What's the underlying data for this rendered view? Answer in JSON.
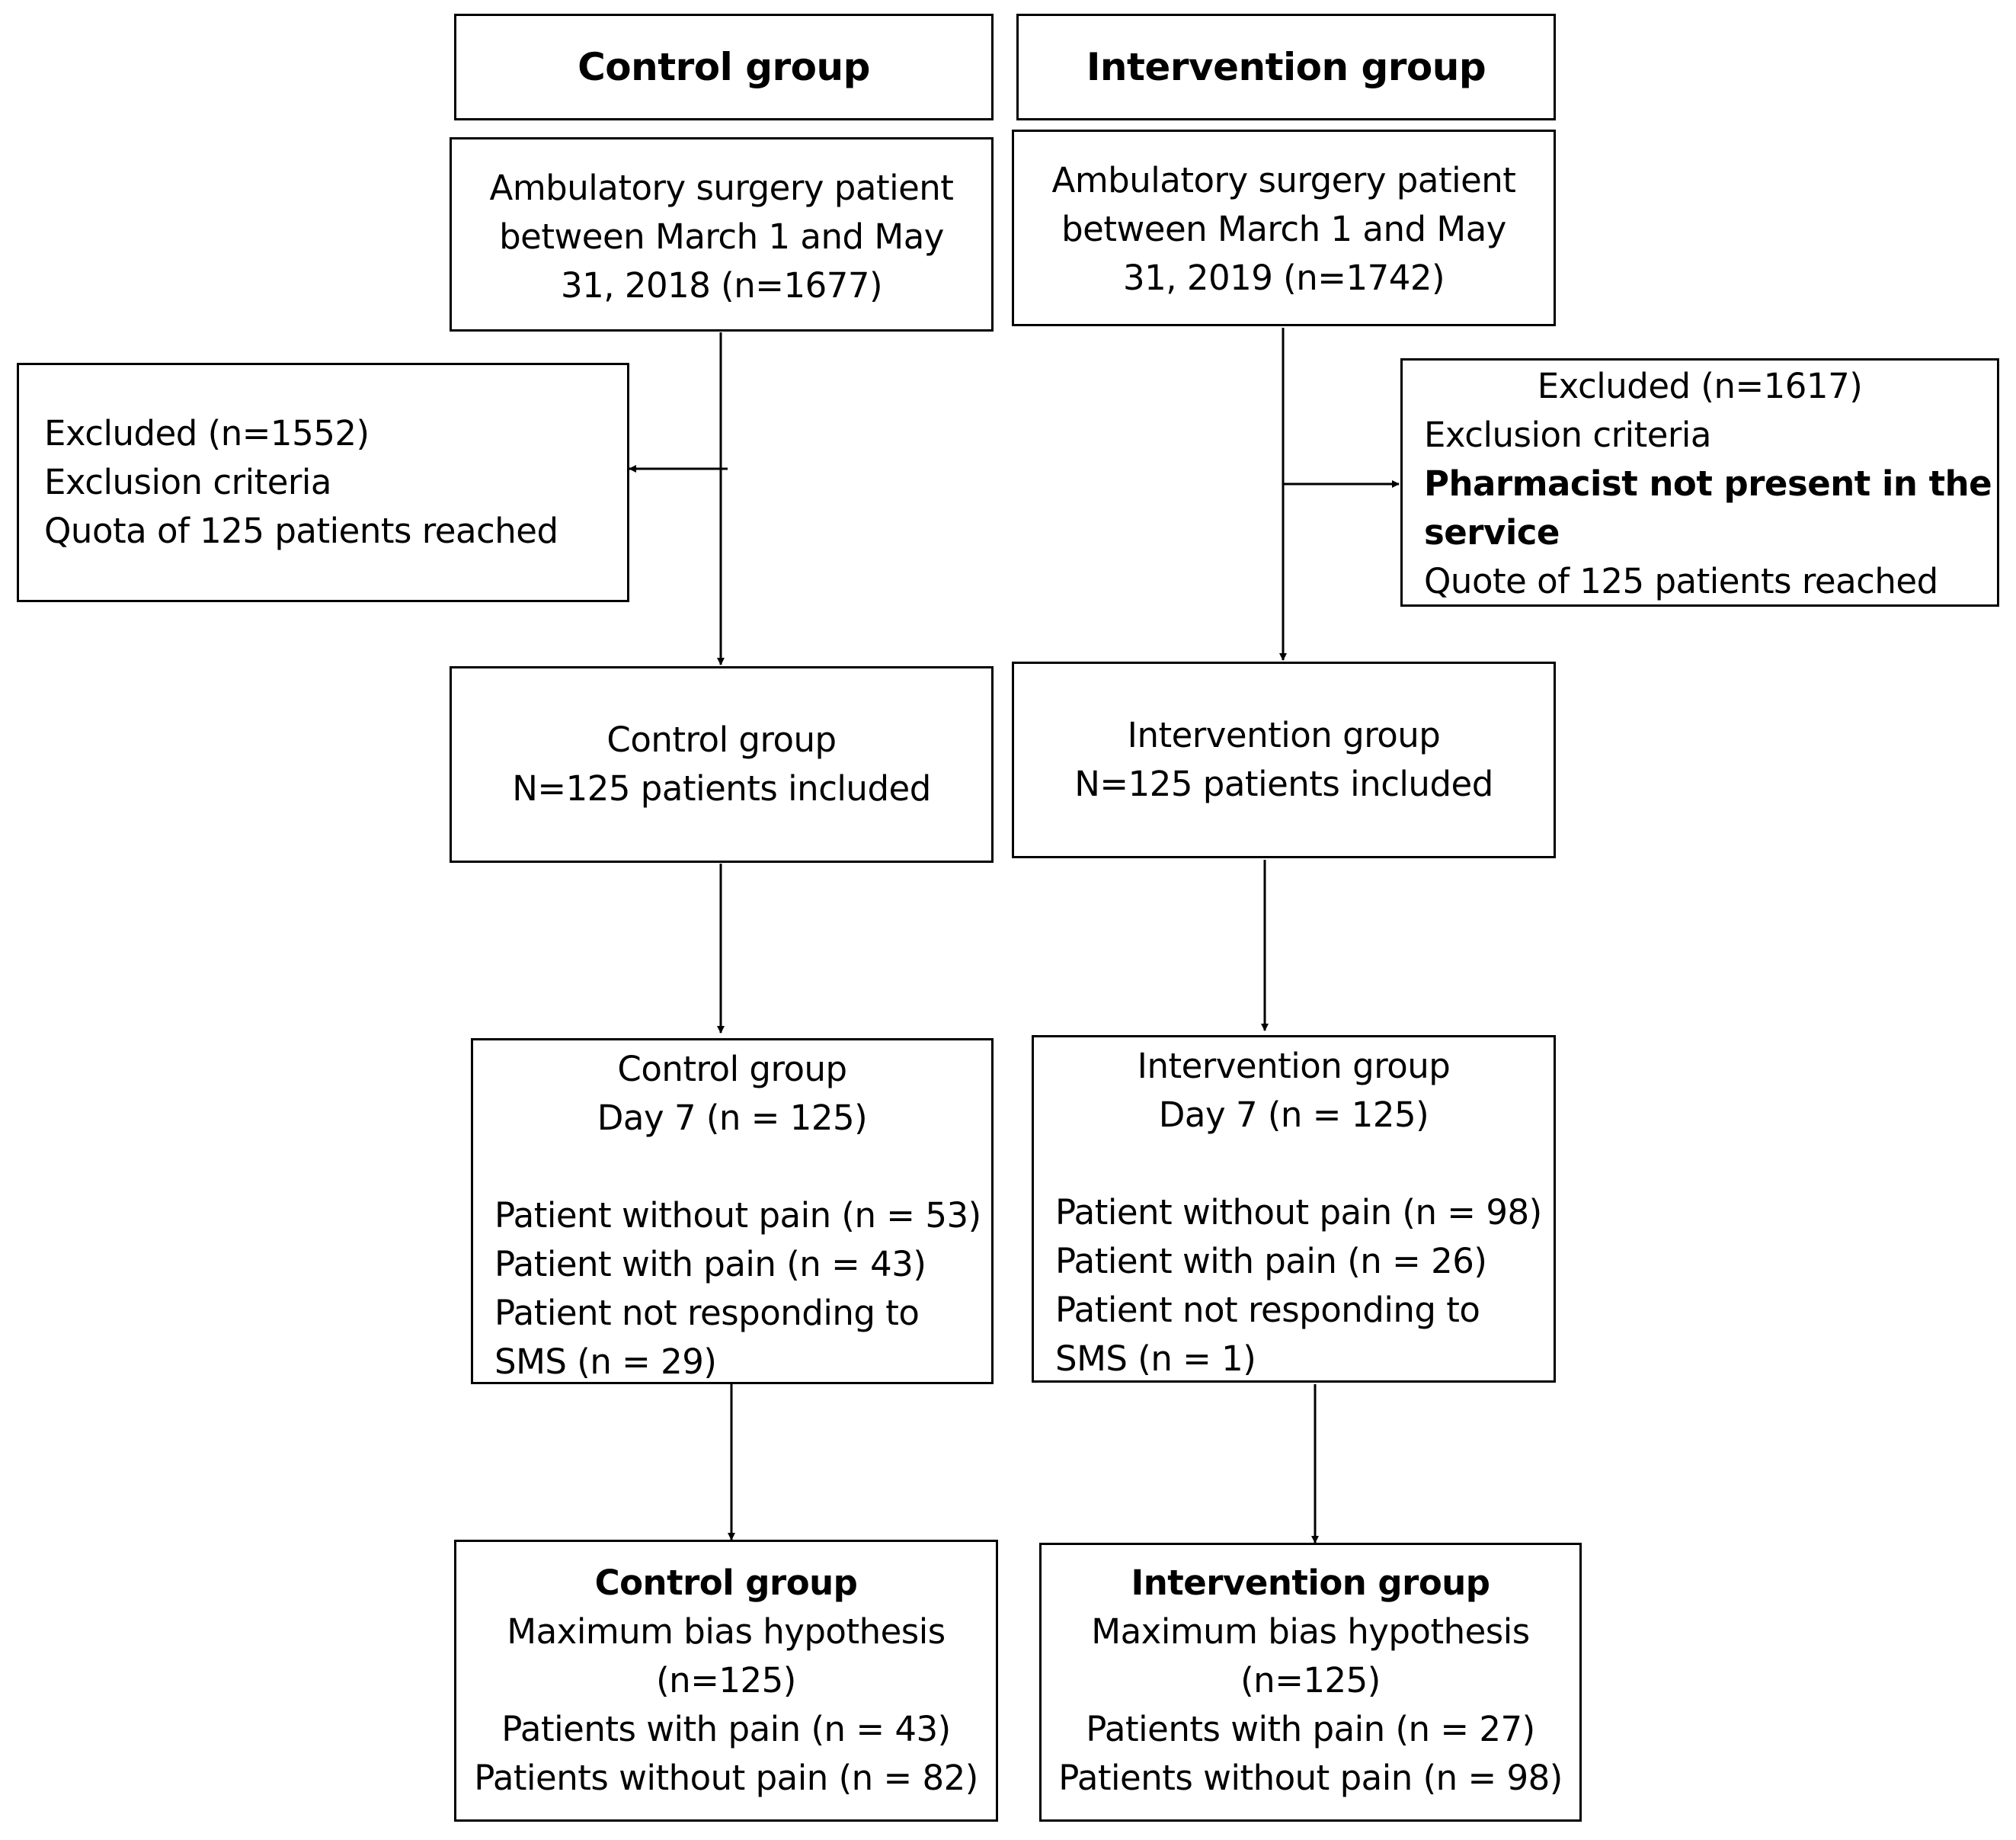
{
  "control": {
    "header": "Control group",
    "enrolled": [
      "Ambulatory surgery patient",
      "between March 1 and May",
      "31, 2018 (n=1677)"
    ],
    "excluded": [
      "Excluded (n=1552)",
      "Exclusion criteria",
      "Quota of 125 patients reached"
    ],
    "included": [
      "Control group",
      "N=125 patients included"
    ],
    "day7": {
      "title": "Control group",
      "subtitle": "Day 7 (n = 125)",
      "lines": [
        "Patient without pain (n = 53)",
        "Patient with pain (n = 43)",
        "Patient not responding to",
        "SMS (n = 29)"
      ]
    },
    "final": {
      "title": "Control group",
      "lines": [
        "Maximum bias hypothesis",
        "(n=125)",
        "Patients with pain (n = 43)",
        "Patients without pain (n = 82)"
      ]
    }
  },
  "intervention": {
    "header": "Intervention group",
    "enrolled": [
      "Ambulatory surgery patient",
      "between March 1 and May",
      "31, 2019 (n=1742)"
    ],
    "excluded": {
      "title": "Excluded (n=1617)",
      "criteria": "Exclusion criteria",
      "bold_lines": [
        "Pharmacist not present in the",
        "service"
      ],
      "last": "Quote of 125 patients reached"
    },
    "included": [
      "Intervention group",
      "N=125 patients included"
    ],
    "day7": {
      "title": "Intervention group",
      "subtitle": "Day 7 (n = 125)",
      "lines": [
        "Patient without pain (n = 98)",
        "Patient with pain (n = 26)",
        "Patient not responding to",
        "SMS (n = 1)"
      ]
    },
    "final": {
      "title": "Intervention group",
      "lines": [
        "Maximum bias hypothesis",
        "(n=125)",
        "Patients with pain (n = 27)",
        "Patients without pain (n = 98)"
      ]
    }
  }
}
